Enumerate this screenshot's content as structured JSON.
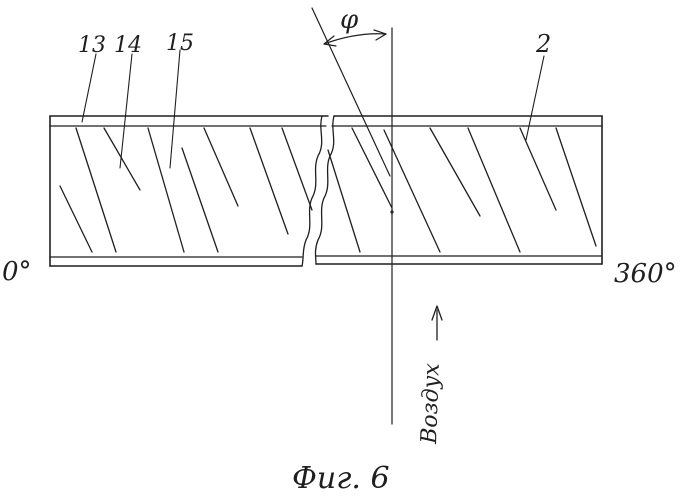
{
  "figure": {
    "caption": "Фиг. 6",
    "reference_numerals": [
      "13",
      "14",
      "15",
      "2"
    ],
    "angle_symbol": "φ",
    "scale_start": "0°",
    "scale_end": "360°",
    "air_label": "Воздух"
  }
}
